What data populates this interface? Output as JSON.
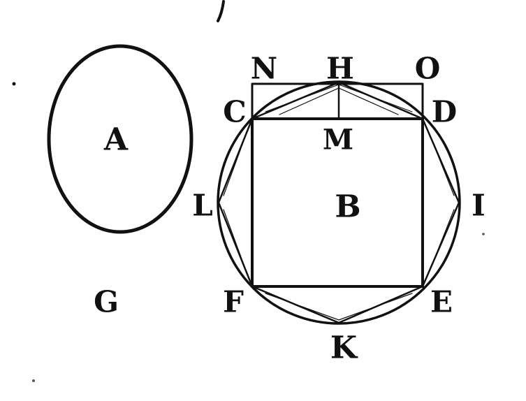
{
  "figure": {
    "labels": {
      "A": "A",
      "B": "B",
      "C": "C",
      "D": "D",
      "E": "E",
      "F": "F",
      "G": "G",
      "H": "H",
      "K": "K",
      "L": "L",
      "M": "M",
      "N": "N",
      "O": "O",
      "I": "I"
    },
    "ink_color": "#111111",
    "paper_color": "#ffffff"
  }
}
